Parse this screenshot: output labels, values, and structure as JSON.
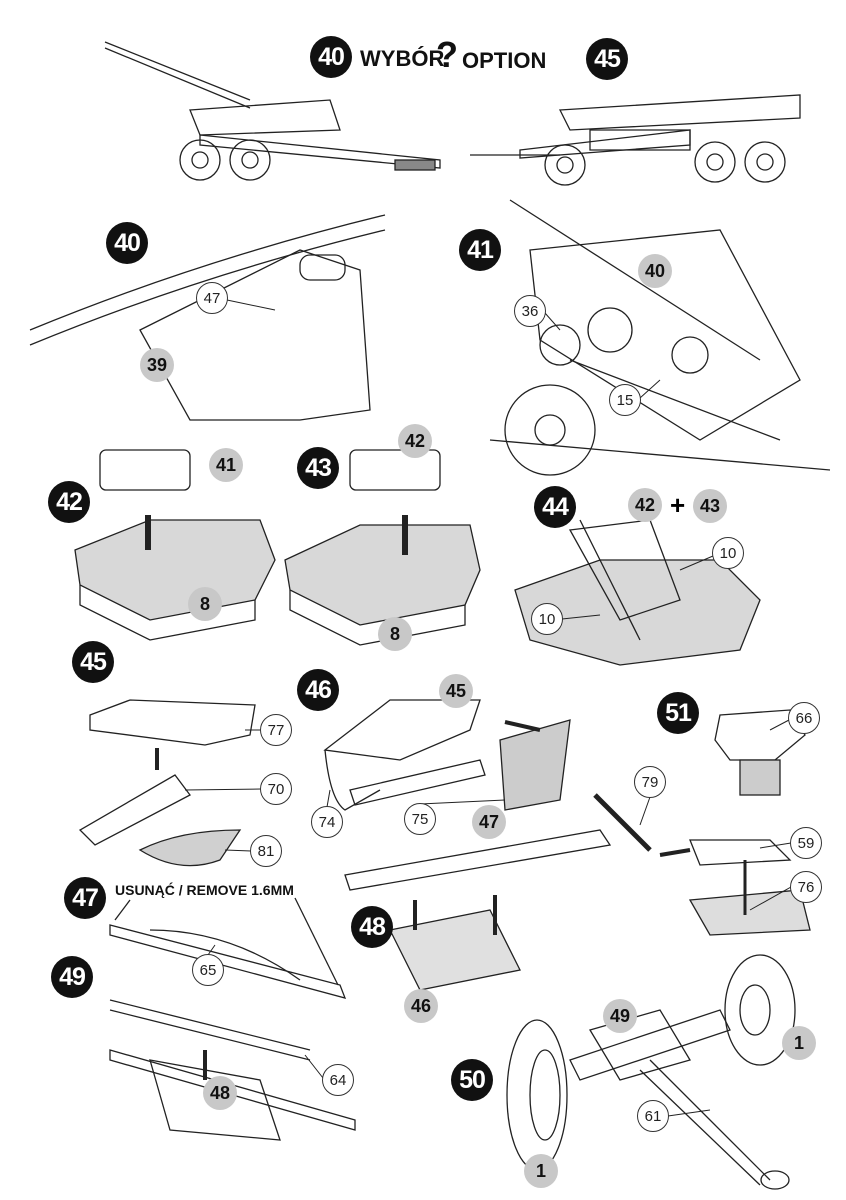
{
  "header": {
    "left_step": "40",
    "choice_pl": "WYBÓR",
    "question": "?",
    "choice_en": "OPTION",
    "right_step": "45"
  },
  "steps": [
    {
      "number": "40",
      "parts": [
        "47"
      ],
      "refs": [
        "39"
      ]
    },
    {
      "number": "41",
      "parts": [
        "36",
        "15"
      ],
      "refs": [
        "40"
      ]
    },
    {
      "number": "42",
      "parts": [],
      "refs": [
        "41",
        "8"
      ]
    },
    {
      "number": "43",
      "parts": [],
      "refs": [
        "42",
        "8"
      ]
    },
    {
      "number": "44",
      "parts": [
        "10",
        "10"
      ],
      "refs": [
        "42",
        "43"
      ],
      "plus": "+"
    },
    {
      "number": "45",
      "parts": [
        "77",
        "70",
        "81"
      ],
      "refs": []
    },
    {
      "number": "46",
      "parts": [
        "74",
        "75"
      ],
      "refs": [
        "45"
      ]
    },
    {
      "number": "51",
      "parts": [
        "66",
        "79",
        "59",
        "76"
      ],
      "refs": []
    },
    {
      "number": "47",
      "parts": [
        "65"
      ],
      "refs": [],
      "note": "USUNĄĆ / REMOVE 1.6MM"
    },
    {
      "number": "48",
      "parts": [],
      "refs": [
        "47",
        "46"
      ]
    },
    {
      "number": "49",
      "parts": [
        "64"
      ],
      "refs": [
        "48"
      ]
    },
    {
      "number": "50",
      "parts": [
        "61"
      ],
      "refs": [
        "49",
        "1",
        "1"
      ]
    }
  ],
  "colors": {
    "badge": "#111111",
    "ref_fill": "#c8c8c8",
    "line": "#222222"
  }
}
